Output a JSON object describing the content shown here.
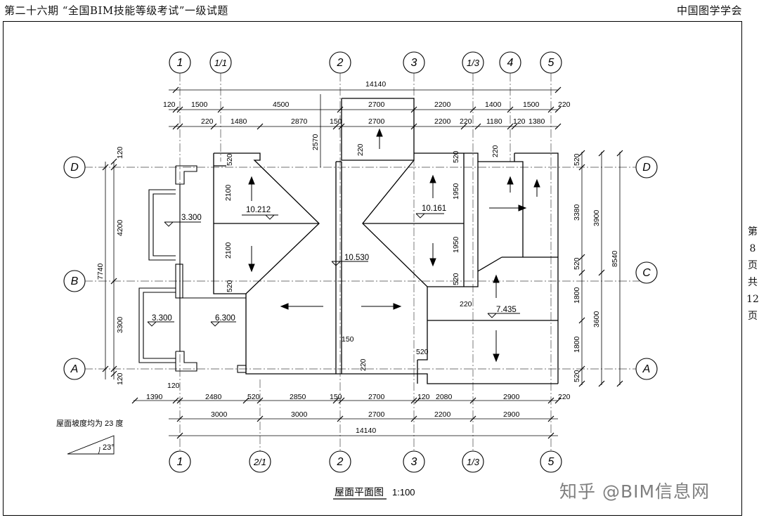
{
  "header": {
    "left": "第二十六期 “全国BIM技能等级考试”一级试题",
    "right": "中国图学学会"
  },
  "side": {
    "chars": [
      "第",
      "8",
      "页",
      "",
      "共",
      "12",
      "页"
    ]
  },
  "drawing": {
    "title": "屋面平面图",
    "scale": "1:100",
    "slope_note": "屋面坡度均为 23 度",
    "slope_angle": "23°",
    "axes_top": [
      "1",
      "1/1",
      "2",
      "3",
      "1/3",
      "4",
      "5"
    ],
    "axes_bottom": [
      "1",
      "2/1",
      "2",
      "3",
      "1/3",
      "5"
    ],
    "axes_side": [
      "D",
      "B",
      "A",
      "D",
      "C",
      "A"
    ],
    "dims_top": {
      "total": "14140",
      "row1": [
        "120",
        "1500",
        "4500",
        "2700",
        "2200",
        "1400",
        "1500",
        "220"
      ],
      "row2": [
        "220",
        "1480",
        "2870",
        "150",
        "2700",
        "2200",
        "220",
        "1180",
        "120",
        "1380"
      ],
      "vertical": "2570"
    },
    "dims_bottom": {
      "row1": [
        "120",
        "1390",
        "2480",
        "520",
        "2850",
        "150",
        "2700",
        "120",
        "2080",
        "2900",
        "220"
      ],
      "row2": [
        "3000",
        "3000",
        "2700",
        "2200",
        "2900"
      ],
      "total": "14140"
    },
    "dims_left": [
      "120",
      "4200",
      "7740",
      "3300",
      "120"
    ],
    "dims_right": [
      "520",
      "3380",
      "3900",
      "8540",
      "520",
      "1800",
      "3600",
      "1800",
      "520"
    ],
    "dims_inner": [
      "520",
      "2100",
      "2100",
      "520",
      "220",
      "220",
      "520",
      "1950",
      "1950",
      "520",
      "220",
      "150",
      "520",
      "220"
    ],
    "elevations": [
      "3.300",
      "10.212",
      "10.161",
      "10.530",
      "3.300",
      "6.300",
      "7.435"
    ]
  },
  "watermark": "知乎 @BIM信息网"
}
